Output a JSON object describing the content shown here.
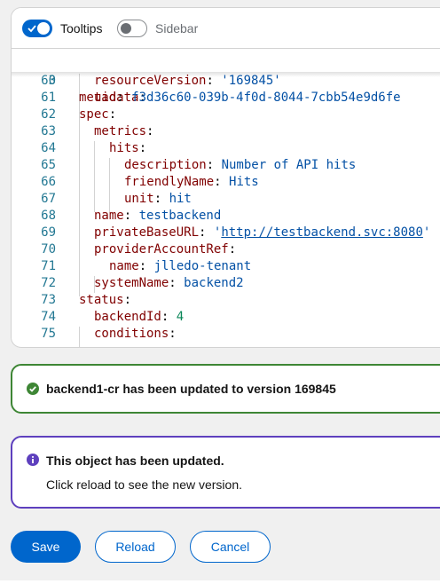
{
  "toolbar": {
    "tooltips_label": "Tooltips",
    "tooltips_on": true,
    "sidebar_label": "Sidebar",
    "sidebar_on": false
  },
  "editor": {
    "sticky": {
      "num": "3",
      "key": "metadata",
      "colon": ":"
    },
    "lines": [
      {
        "num": "60",
        "key": "resourceVersion",
        "colon": ": ",
        "value": "'169845'"
      },
      {
        "num": "61",
        "key": "uid",
        "colon": ": ",
        "value": "f3d36c60-039b-4f0d-8044-7cbb54e9d6fe"
      },
      {
        "num": "62",
        "key": "spec",
        "colon": ":",
        "value": ""
      },
      {
        "num": "63",
        "key": "metrics",
        "colon": ":",
        "value": ""
      },
      {
        "num": "64",
        "key": "hits",
        "colon": ":",
        "value": ""
      },
      {
        "num": "65",
        "key": "description",
        "colon": ": ",
        "value": "Number of API hits"
      },
      {
        "num": "66",
        "key": "friendlyName",
        "colon": ": ",
        "value": "Hits"
      },
      {
        "num": "67",
        "key": "unit",
        "colon": ": ",
        "value": "hit"
      },
      {
        "num": "68",
        "key": "name",
        "colon": ": ",
        "value": "testbackend"
      },
      {
        "num": "69",
        "key": "privateBaseURL",
        "colon": ": ",
        "value_pre": "'",
        "value": "http://testbackend.svc:8080",
        "value_post": "'"
      },
      {
        "num": "70",
        "key": "providerAccountRef",
        "colon": ":",
        "value": ""
      },
      {
        "num": "71",
        "key": "name",
        "colon": ": ",
        "value": "jlledo-tenant"
      },
      {
        "num": "72",
        "key": "systemName",
        "colon": ": ",
        "value": "backend2"
      },
      {
        "num": "73",
        "key": "status",
        "colon": ":",
        "value": ""
      },
      {
        "num": "74",
        "key": "backendId",
        "colon": ": ",
        "value": "4"
      },
      {
        "num": "75",
        "key": "conditions",
        "colon": ":",
        "value": ""
      }
    ]
  },
  "alerts": {
    "success": {
      "title": "backend1-cr has been updated to version 169845"
    },
    "info": {
      "title": "This object has been updated.",
      "description": "Click reload to see the new version."
    }
  },
  "buttons": {
    "save": "Save",
    "reload": "Reload",
    "cancel": "Cancel"
  },
  "colors": {
    "primary": "#0066cc",
    "success": "#3e8635",
    "info": "#5e40be",
    "yaml_key": "#800000",
    "yaml_string": "#0451a5",
    "yaml_number": "#098658",
    "line_number": "#237893"
  }
}
